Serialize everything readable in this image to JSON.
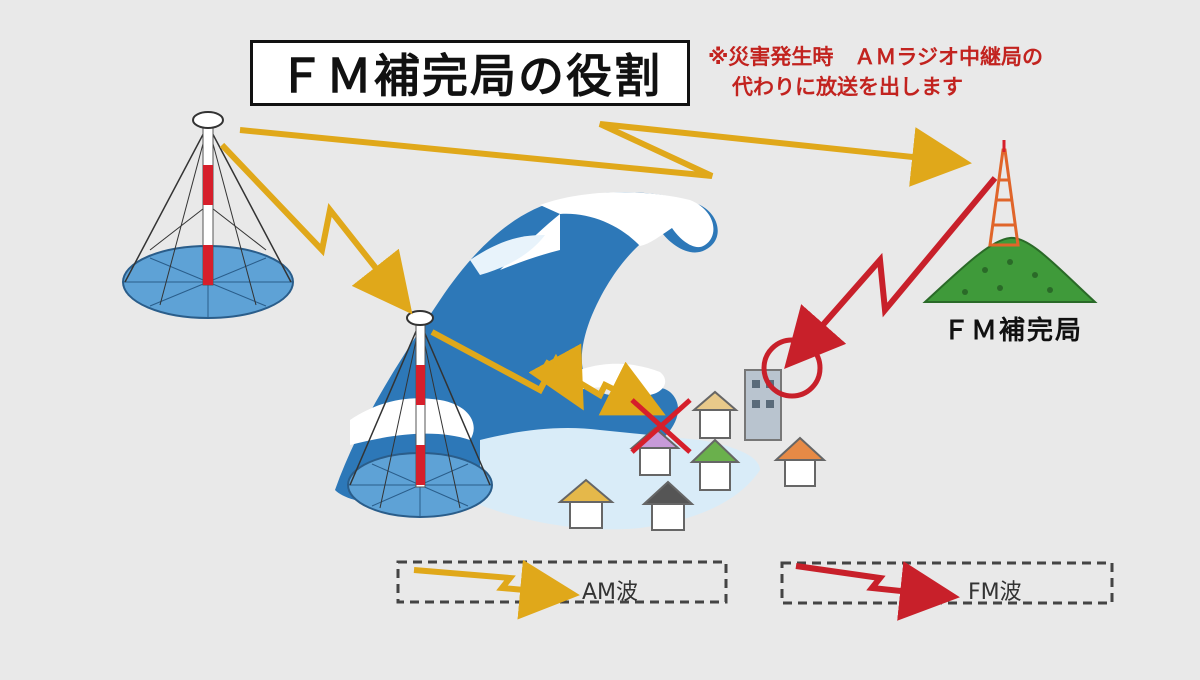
{
  "title": "ＦＭ補完局の役割",
  "note": {
    "line1": "※災害発生時　ＡＭラジオ中継局の",
    "line2": "代わりに放送を出します"
  },
  "fm_station_label": "ＦＭ補完局",
  "legend": {
    "am_label": "AM波",
    "fm_label": "FM波"
  },
  "colors": {
    "am_wave": "#e0a81a",
    "fm_wave": "#c8202a",
    "wave_blue": "#2d78b8",
    "mountain": "#3f9a3a",
    "tower": "#e0652a",
    "antenna_disk": "#5ea2d6"
  }
}
